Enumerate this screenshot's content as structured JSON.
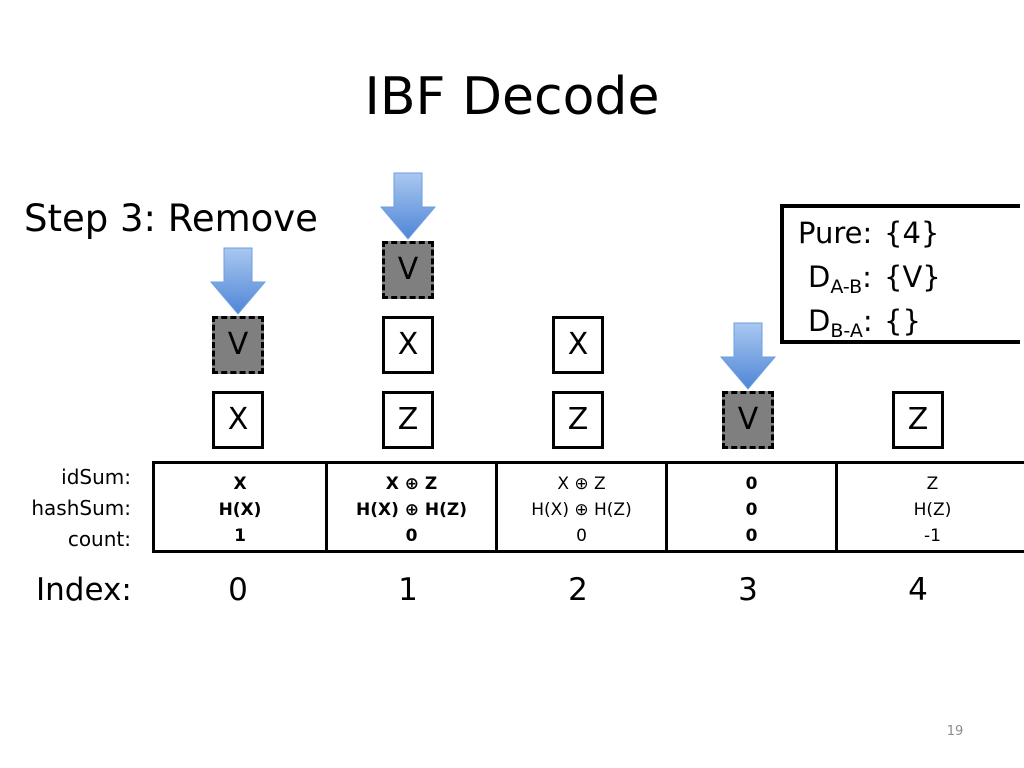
{
  "slide": {
    "title": "IBF Decode",
    "step": "Step 3: Remove",
    "page_number": "19"
  },
  "info_box": {
    "pure_label": "Pure:",
    "pure_value": "{4}",
    "dab_main": "D",
    "dab_sub": "A-B",
    "dab_colon": ":",
    "dab_value": "{V}",
    "dba_main": "D",
    "dba_sub": "B-A",
    "dba_colon": ":",
    "dba_value": "{}"
  },
  "row_labels": {
    "id_sum": "idSum:",
    "hash_sum": "hashSum:",
    "count": "count:",
    "index": "Index:"
  },
  "cells": [
    {
      "index": "0",
      "id_sum": "X",
      "hash_sum": "H(X)",
      "count": "1",
      "bold": true,
      "stack": [
        {
          "label": "V",
          "removed": true
        },
        {
          "label": "X",
          "removed": false
        }
      ]
    },
    {
      "index": "1",
      "id_sum": "X ⊕ Z",
      "hash_sum": "H(X) ⊕ H(Z)",
      "count": "0",
      "bold": true,
      "stack": [
        {
          "label": "V",
          "removed": true
        },
        {
          "label": "X",
          "removed": false
        },
        {
          "label": "Z",
          "removed": false
        }
      ]
    },
    {
      "index": "2",
      "id_sum": "X ⊕ Z",
      "hash_sum": "H(X) ⊕ H(Z)",
      "count": "0",
      "bold": false,
      "stack": [
        {
          "label": "X",
          "removed": false
        },
        {
          "label": "Z",
          "removed": false
        }
      ]
    },
    {
      "index": "3",
      "id_sum": "0",
      "hash_sum": "0",
      "count": "0",
      "bold": true,
      "stack": [
        {
          "label": "V",
          "removed": true
        }
      ]
    },
    {
      "index": "4",
      "id_sum": "Z",
      "hash_sum": "H(Z)",
      "count": "-1",
      "bold": false,
      "stack": [
        {
          "label": "Z",
          "removed": false
        }
      ]
    }
  ],
  "colors": {
    "removed_fill": "#7f7f7f",
    "arrow_light": "#a9c8f0",
    "arrow_dark": "#4f86d6"
  }
}
